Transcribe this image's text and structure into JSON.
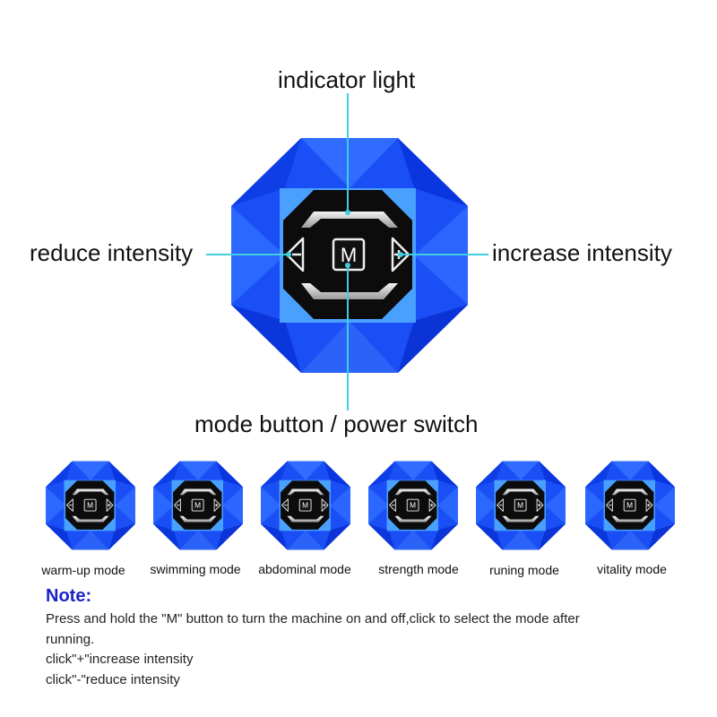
{
  "callouts": {
    "indicator_light": "indicator light",
    "reduce_intensity": "reduce intensity",
    "increase_intensity": "increase intensity",
    "mode_button": "mode button / power switch"
  },
  "device": {
    "mode_key": "M",
    "plus_key": "+",
    "minus_key": "−"
  },
  "modes": [
    {
      "label": "warm-up mode"
    },
    {
      "label": "swimming mode"
    },
    {
      "label": "abdominal mode"
    },
    {
      "label": "strength mode"
    },
    {
      "label": "runing mode"
    },
    {
      "label": "vitality mode"
    }
  ],
  "note": {
    "title": "Note:",
    "lines": [
      "Press and hold the \"M\" button to turn the machine on and off,click to select the mode after",
      "running.",
      "click\"+\"increase intensity",
      "click\"-\"reduce intensity"
    ]
  },
  "colors": {
    "device_blue": "#1a4ff5",
    "callout_line": "#3fcde0",
    "note_title": "#1a23c8"
  }
}
